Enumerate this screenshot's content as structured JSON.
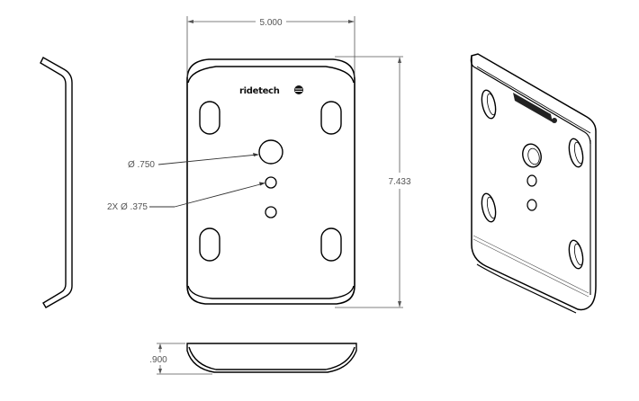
{
  "drawing": {
    "subject": "ridetech mounting plate",
    "logo_text": "ridetech",
    "views": [
      "side-view",
      "front-view",
      "bottom-view",
      "isometric-view"
    ]
  },
  "dimensions": {
    "width": "5.000",
    "height": "7.433",
    "depth": ".900"
  },
  "callouts": {
    "large_hole": "Ø .750",
    "small_holes": "2X Ø .375"
  },
  "colors": {
    "line": "#000000",
    "dimension_line": "#555555",
    "dimension_text": "#555555",
    "background": "#ffffff"
  }
}
